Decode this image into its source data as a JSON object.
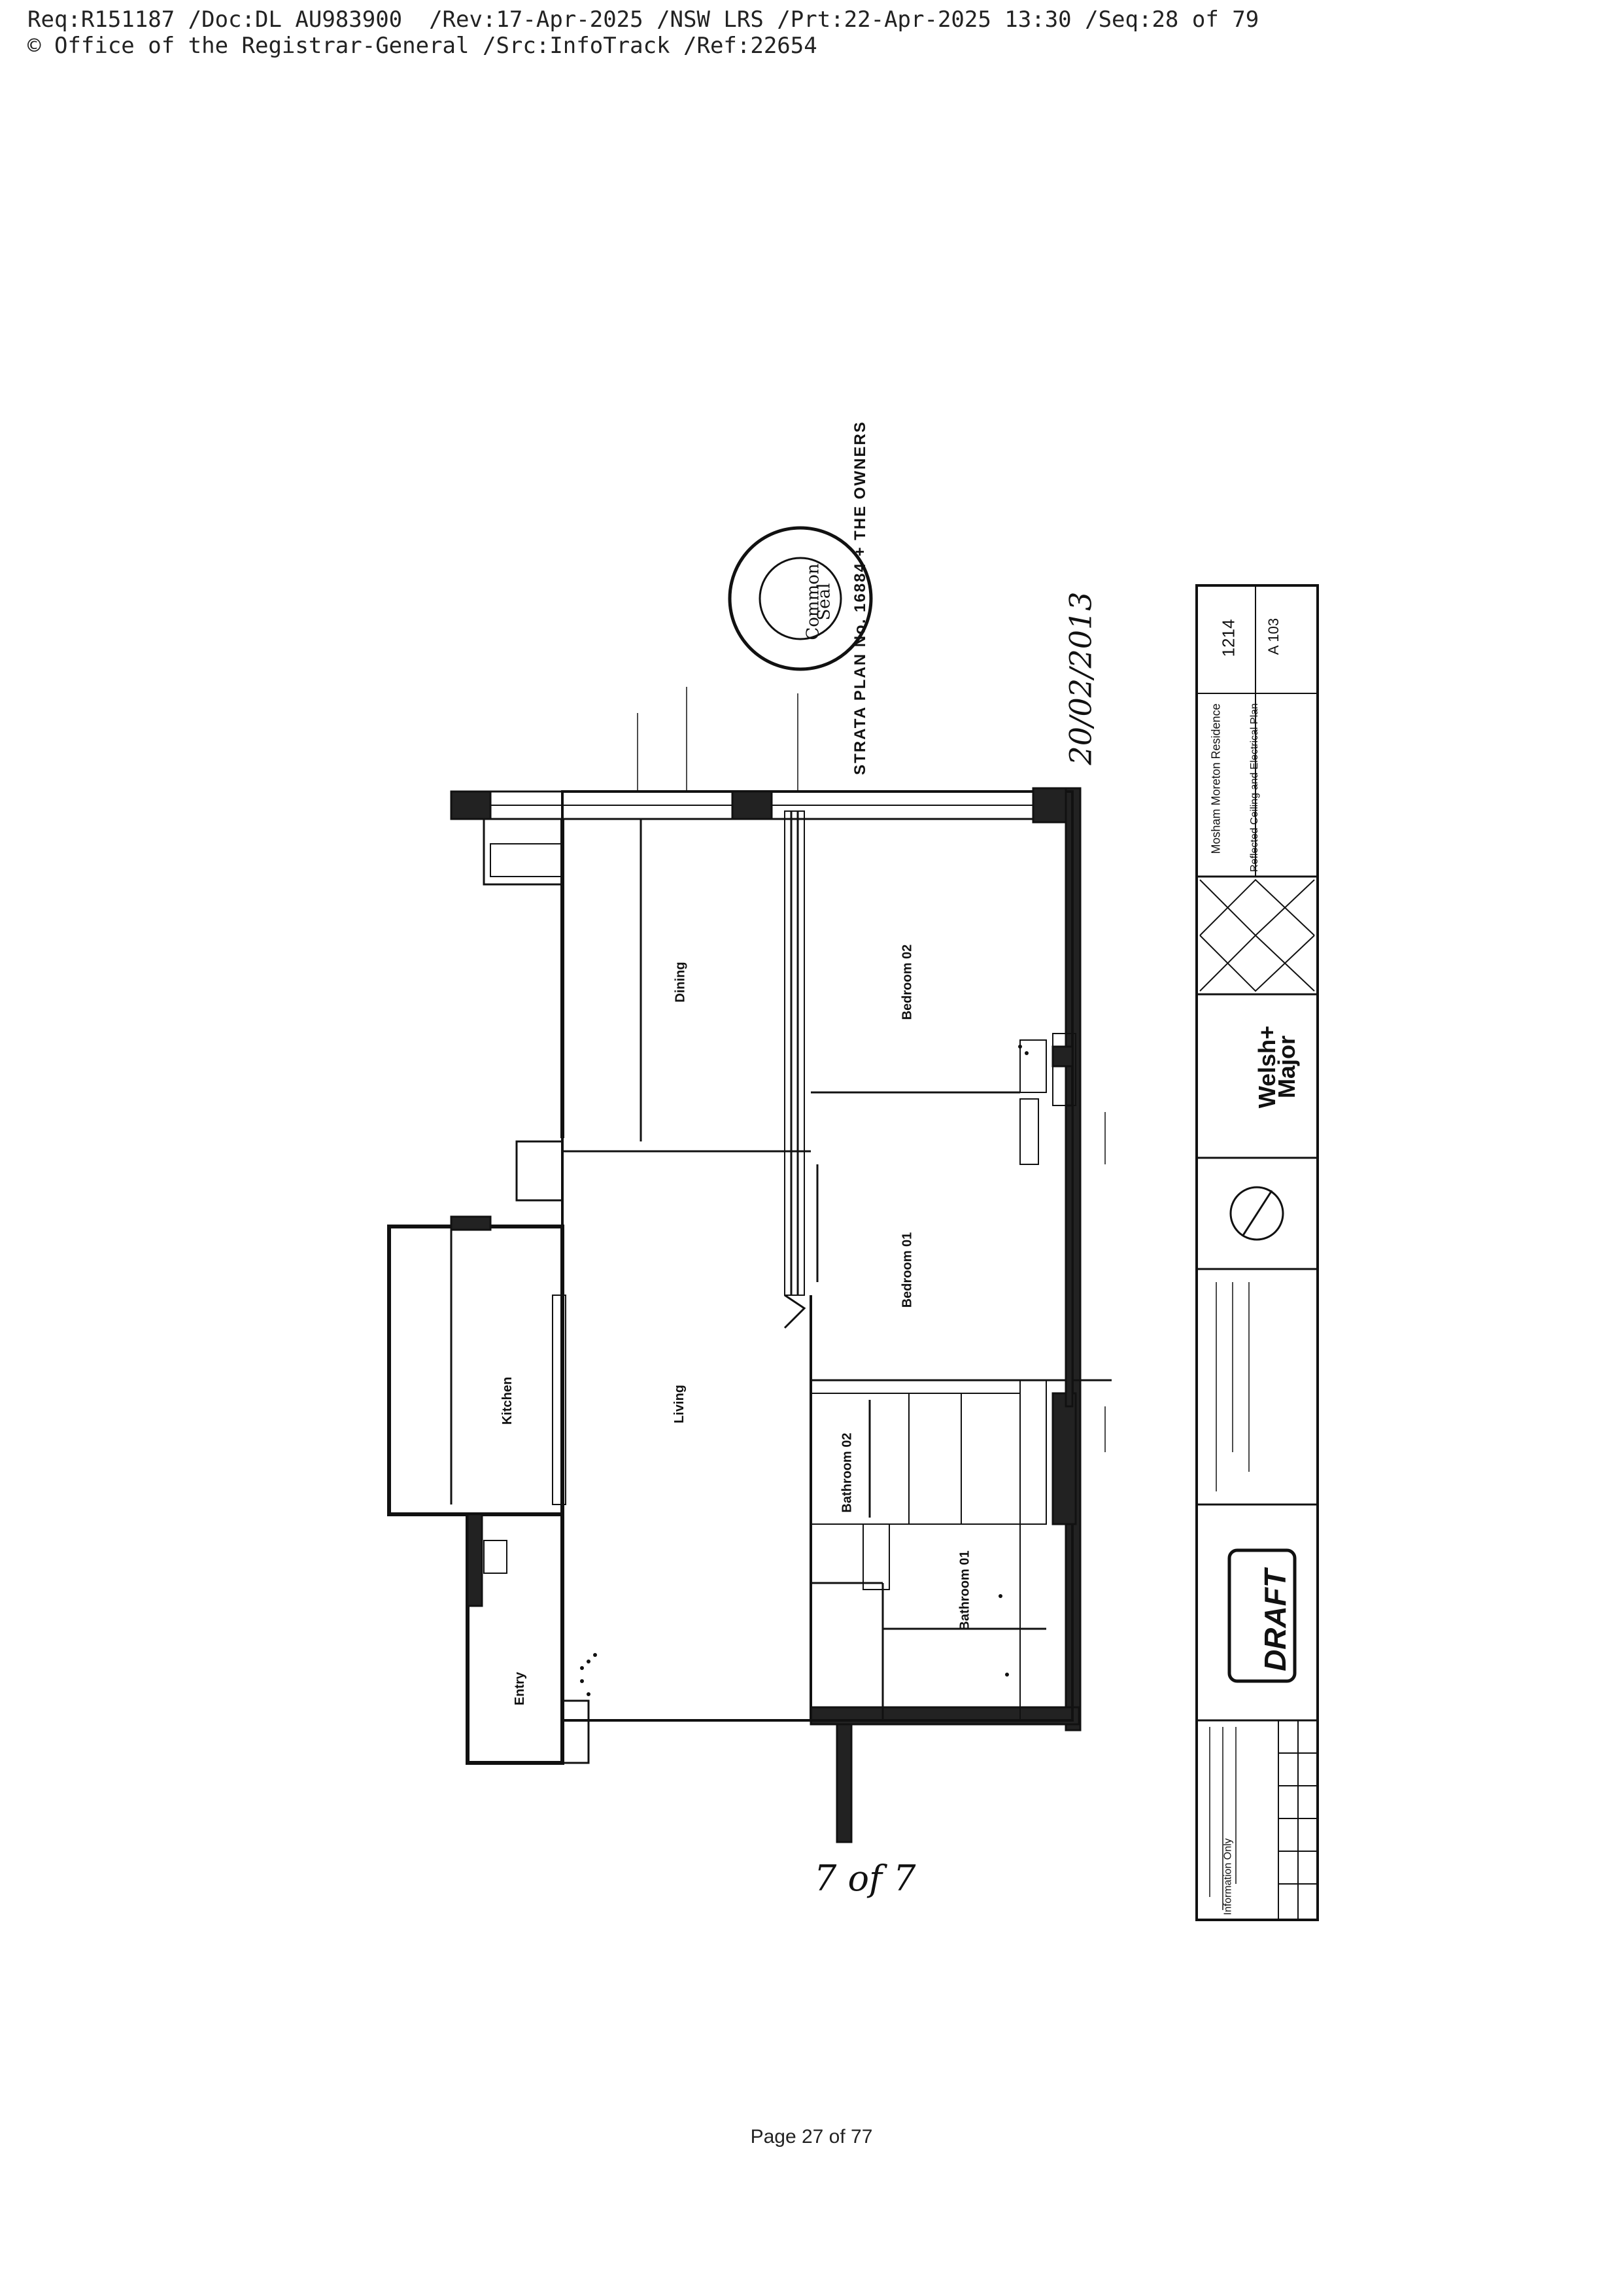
{
  "header": {
    "line1": "Req:R151187 /Doc:DL AU983900  /Rev:17-Apr-2025 /NSW LRS /Prt:22-Apr-2025 13:30 /Seq:28 of 79",
    "line2": "© Office of the Registrar-General /Src:InfoTrack /Ref:22654"
  },
  "rooms": {
    "dining": "Dining",
    "bedroom02": "Bedroom 02",
    "living": "Living",
    "bedroom01": "Bedroom 01",
    "kitchen": "Kitchen",
    "bathroom02": "Bathroom 02",
    "entry": "Entry",
    "bathroom01": "Bathroom 01"
  },
  "seal": {
    "ring_text": "STRATA PLAN No. 16884 + THE OWNERS",
    "center_line1": "Common",
    "center_line2": "Seal"
  },
  "handwriting": {
    "signature_date": "20/02/2013",
    "page_note": "7 of 7"
  },
  "title_block": {
    "project_no": "1214",
    "drawing_no": "A 103",
    "project_name": "Mosham Moreton Residence",
    "drawing_title": "Reflected Ceiling and Electrical Plan",
    "firm_line1": "Welsh+",
    "firm_line2": "Major",
    "stamp": "DRAFT",
    "note": "Information Only"
  },
  "footer": {
    "page_label": "Page 27 of 77"
  }
}
